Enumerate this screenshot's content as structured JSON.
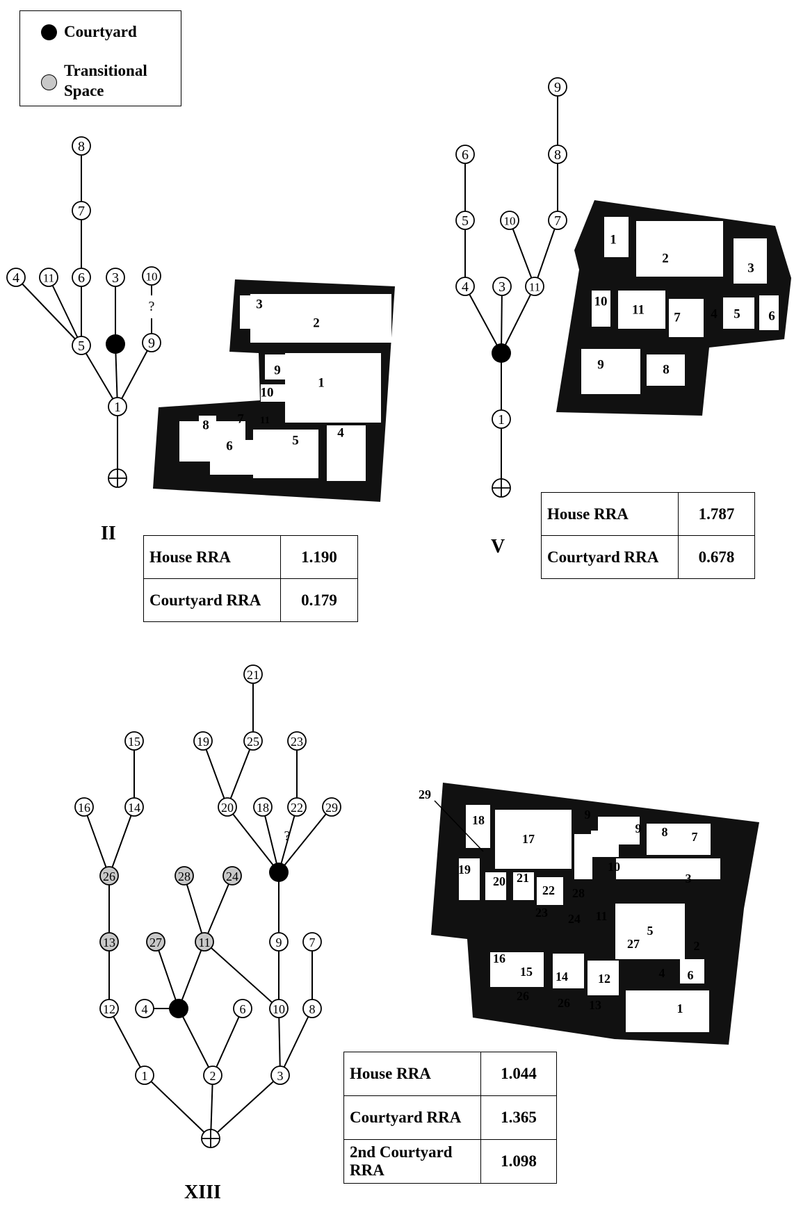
{
  "legend": {
    "courtyard_label": "Courtyard",
    "transitional_label_line1": "Transitional",
    "transitional_label_line2": "Space",
    "courtyard_color": "#000000",
    "transitional_color": "#c8c8c8"
  },
  "diagrams": [
    {
      "caption": "II",
      "table": [
        {
          "label": "House RRA",
          "value": "1.190"
        },
        {
          "label": "Courtyard RRA",
          "value": "0.179"
        }
      ],
      "graph_nodes": [
        "8",
        "7",
        "4",
        "11",
        "6",
        "3",
        "10",
        "5",
        "9",
        "1"
      ],
      "plan_labels": [
        "3",
        "2",
        "9",
        "1",
        "10",
        "8",
        "7",
        "11",
        "6",
        "5",
        "4"
      ]
    },
    {
      "caption": "V",
      "table": [
        {
          "label": "House RRA",
          "value": "1.787"
        },
        {
          "label": "Courtyard RRA",
          "value": "0.678"
        }
      ],
      "graph_nodes": [
        "9",
        "6",
        "8",
        "10",
        "7",
        "5",
        "4",
        "3",
        "11",
        "1"
      ],
      "plan_labels": [
        "1",
        "2",
        "3",
        "10",
        "11",
        "7",
        "4",
        "5",
        "6",
        "9",
        "8"
      ]
    },
    {
      "caption": "XIII",
      "table": [
        {
          "label": "House RRA",
          "value": "1.044"
        },
        {
          "label": "Courtyard RRA",
          "value": "1.365"
        },
        {
          "label": "2nd Courtyard RRA",
          "value": "1.098"
        }
      ],
      "graph_nodes": [
        "21",
        "15",
        "19",
        "25",
        "23",
        "16",
        "14",
        "20",
        "18",
        "22",
        "29",
        "26",
        "28",
        "24",
        "13",
        "27",
        "11",
        "9",
        "7",
        "12",
        "4",
        "6",
        "10",
        "8",
        "1",
        "2",
        "3"
      ],
      "graph_question_marks": [
        "?"
      ],
      "plan_labels": [
        "29",
        "18",
        "17",
        "9",
        "9",
        "8",
        "7",
        "19",
        "20",
        "21",
        "22",
        "28",
        "10",
        "3",
        "23",
        "24",
        "11",
        "5",
        "27",
        "2",
        "16",
        "15",
        "14",
        "12",
        "4",
        "6",
        "26",
        "26",
        "13",
        "1"
      ]
    }
  ],
  "question_mark": "?"
}
